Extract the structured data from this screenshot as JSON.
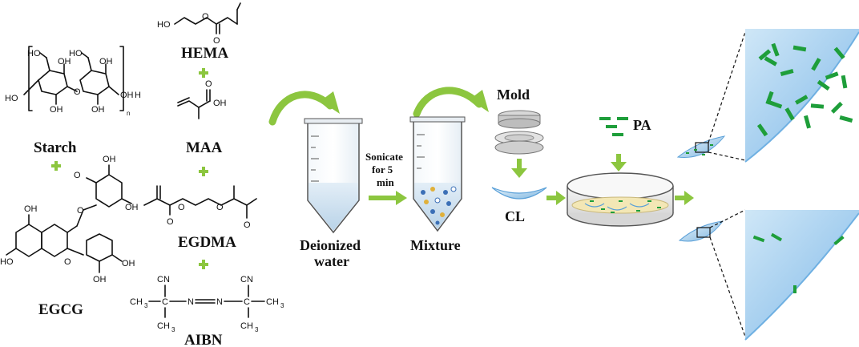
{
  "labels": {
    "starch": "Starch",
    "egcg": "EGCG",
    "hema": "HEMA",
    "maa": "MAA",
    "egdma": "EGDMA",
    "aibn": "AIBN",
    "deionized_line1": "Deionized",
    "deionized_line2": "water",
    "sonicate_line1": "Sonicate",
    "sonicate_line2": "for 5",
    "sonicate_line3": "min",
    "mixture": "Mixture",
    "mold": "Mold",
    "cl": "CL",
    "pa": "PA"
  },
  "atoms": {
    "ho": "HO",
    "oh": "OH",
    "o": "O",
    "h": "H",
    "n_sub": "n",
    "cn": "CN",
    "ch3": "CH",
    "three": "3",
    "c": "C",
    "n": "N"
  },
  "colors": {
    "accent_green": "#8cc63f",
    "rod_green": "#1e9e3a",
    "water_blue": "#cfe3f1",
    "lens_blue": "#5aa0d8"
  },
  "icons": {
    "plus": "plus-icon",
    "arrow": "arrow-right-icon"
  }
}
